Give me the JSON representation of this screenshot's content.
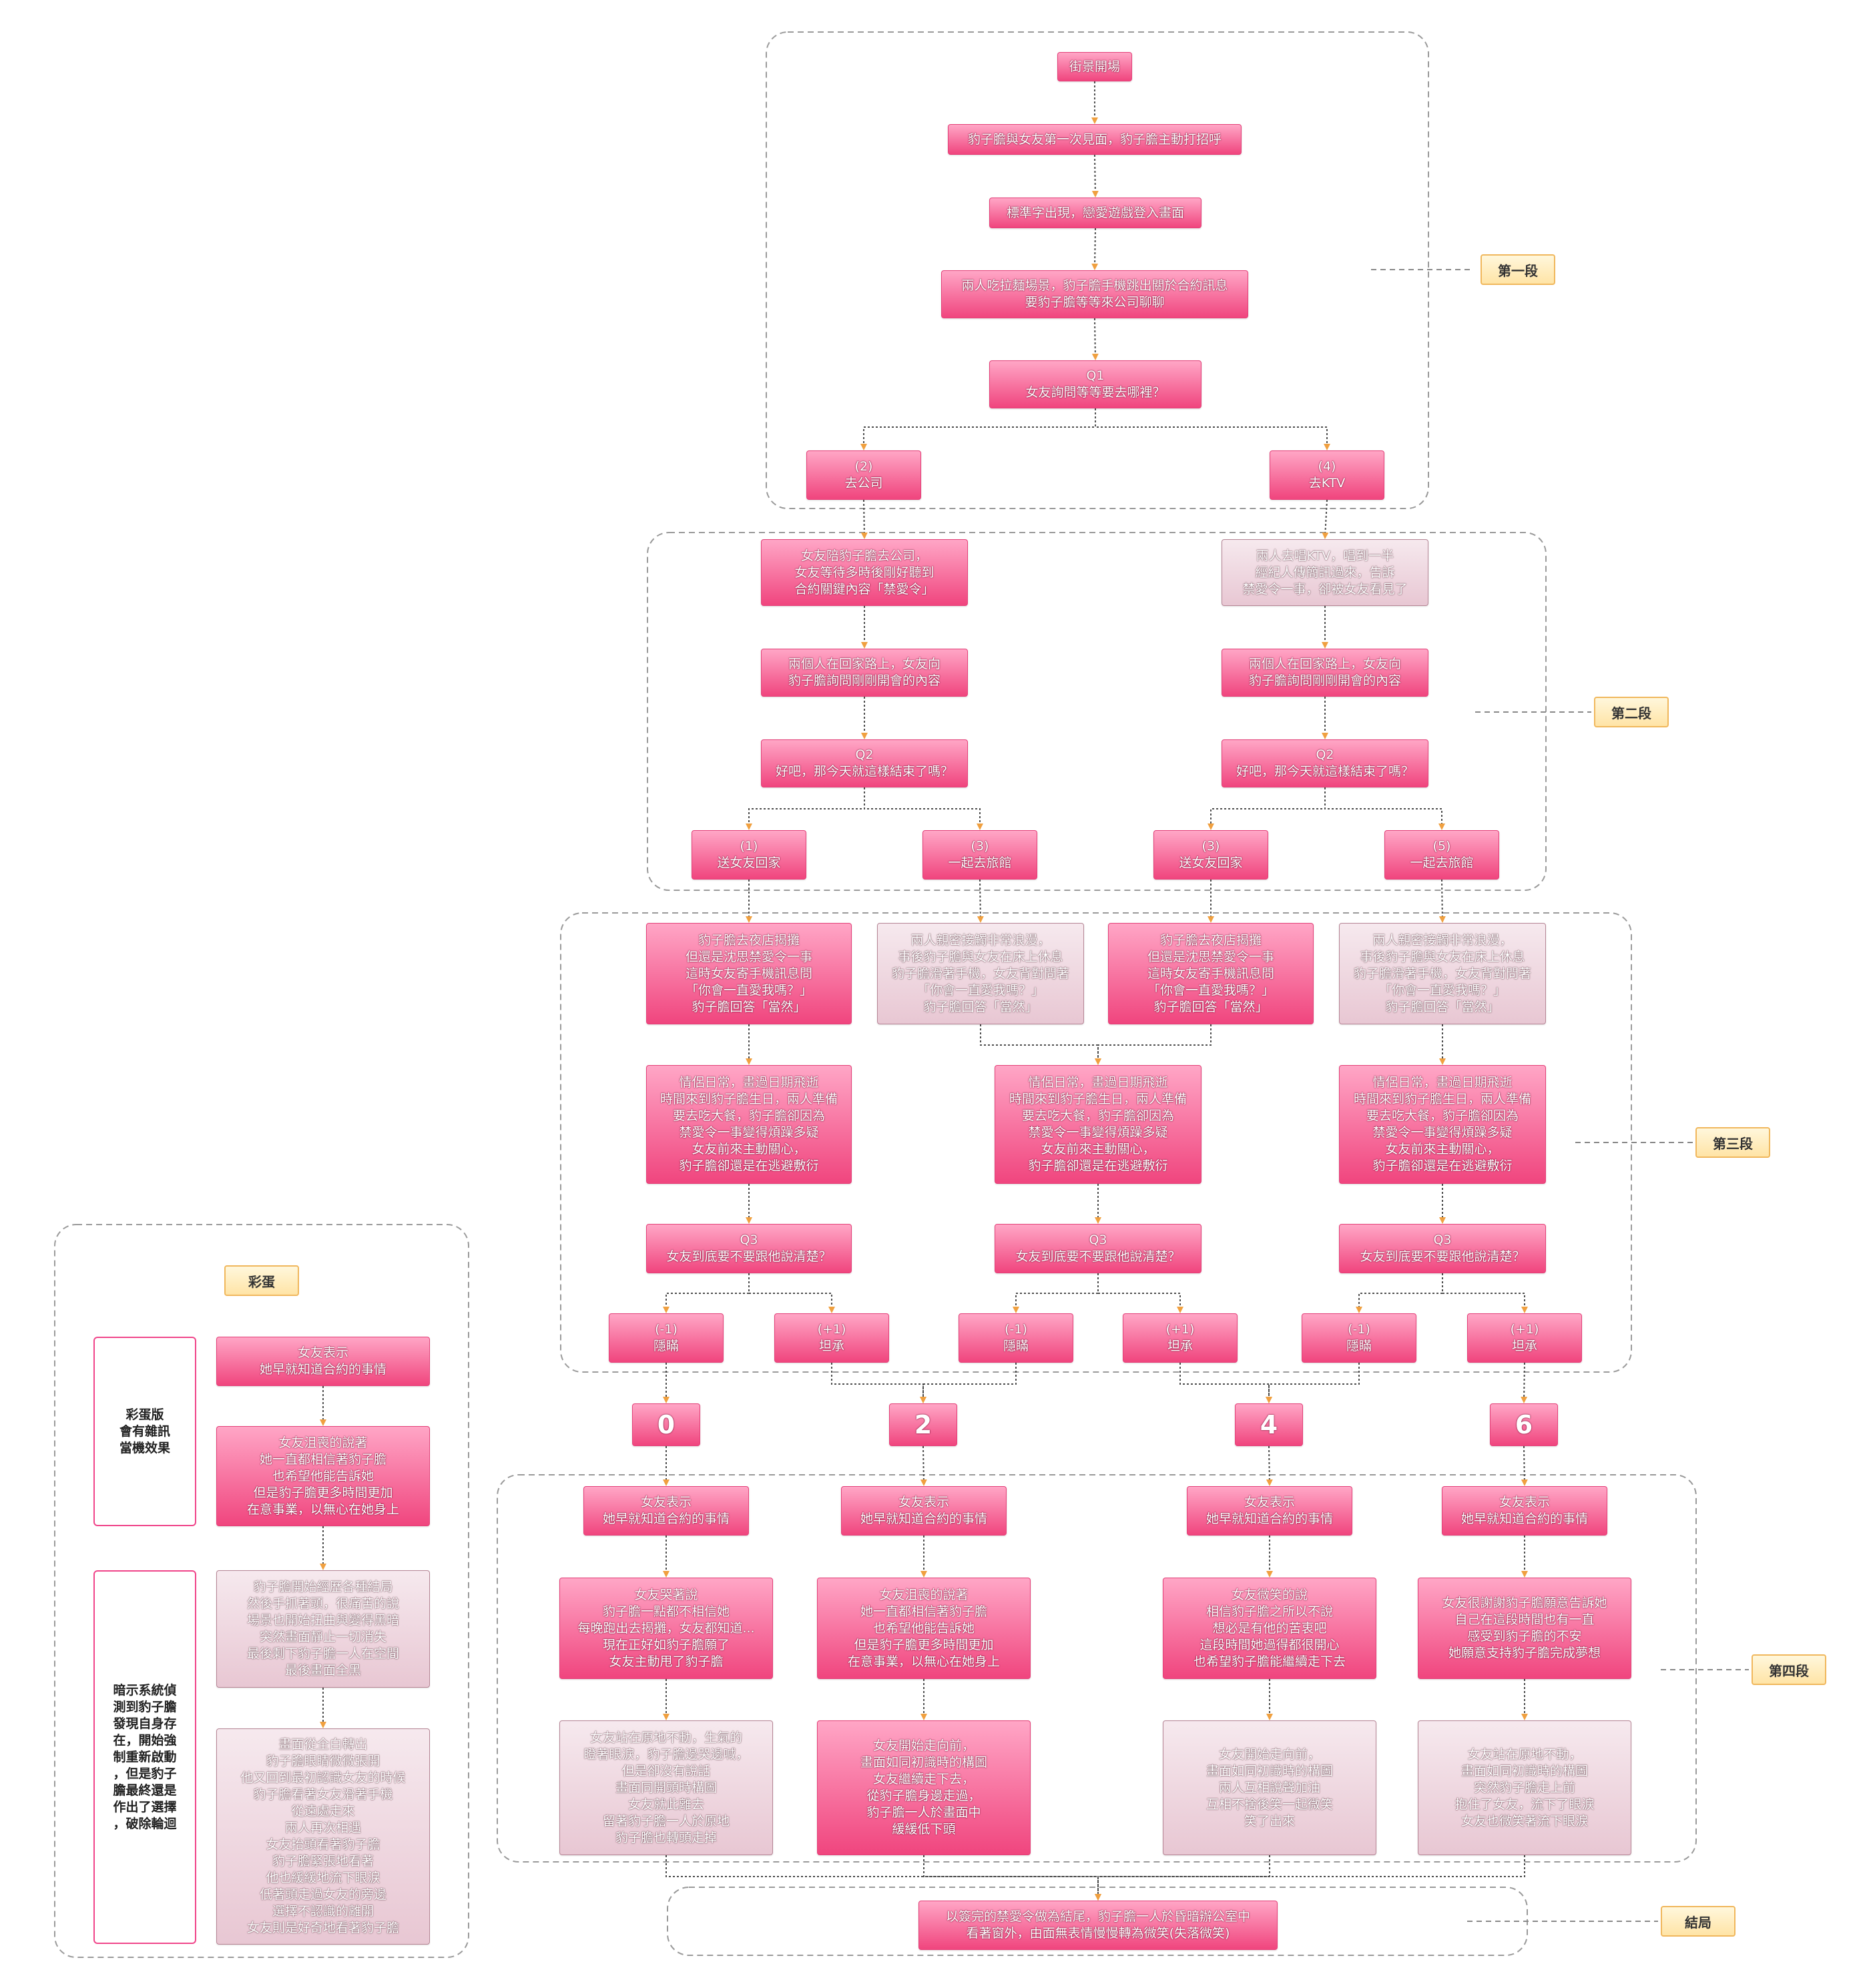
{
  "sections": {
    "s1": "第一段",
    "s2": "第二段",
    "s3": "第三段",
    "s4": "第四段",
    "end": "結局",
    "egg": "彩蛋"
  },
  "nodes": {
    "n1": "街景開場",
    "n2": "豹子膽與女友第一次見面，豹子膽主動打招呼",
    "n3": "標準字出現，戀愛遊戲登入畫面",
    "n4": "兩人吃拉麵場景，豹子膽手機跳出關於合約訊息\n要豹子膽等等來公司聊聊",
    "q1": "Q1\n女友詢問等等要去哪裡？",
    "q1a": "(2)\n去公司",
    "q1b": "(4)\n去KTV",
    "l1": "女友陪豹子膽去公司，\n女友等待多時後剛好聽到\n合約關鍵內容「禁愛令」",
    "r1": "兩人去唱KTV，唱到一半\n經紀人傳簡訊過來，告訴\n禁愛令一事，卻被女友看見了",
    "l2": "兩個人在回家路上，女友向\n豹子膽詢問剛剛開會的內容",
    "r2": "兩個人在回家路上，女友向\n豹子膽詢問剛剛開會的內容",
    "l_q2": "Q2\n好吧，那今天就這樣結束了嗎？",
    "r_q2": "Q2\n好吧，那今天就這樣結束了嗎？",
    "q2a": "(1)\n送女友回家",
    "q2b": "(3)\n一起去旅館",
    "q2c": "(3)\n送女友回家",
    "q2d": "(5)\n一起去旅館",
    "c1": "豹子膽去夜店揭攤\n但還是沈思禁愛令一事\n這時女友寄手機訊息問\n「你會一直愛我嗎？」\n豹子膽回答「當然」",
    "c2": "兩人親密接觸非常浪漫，\n事後豹子膽與女友在床上休息\n豹子膽滑著手機，女友背對問著\n「你會一直愛我嗎？」\n豹子膽回答「當然」",
    "c3": "豹子膽去夜店揭攤\n但還是沈思禁愛令一事\n這時女友寄手機訊息問\n「你會一直愛我嗎？」\n豹子膽回答「當然」",
    "c4": "兩人親密接觸非常浪漫，\n事後豹子膽與女友在床上休息\n豹子膽滑著手機，女友背對問著\n「你會一直愛我嗎？」\n豹子膽回答「當然」",
    "d1": "情侶日常，畫過日期飛逝\n時間來到豹子膽生日，兩人準備\n要去吃大餐，豹子膽卻因為\n禁愛令一事變得煩躁多疑\n女友前來主動關心，\n豹子膽卻還是在逃避敷衍",
    "d2": "情侶日常，畫過日期飛逝\n時間來到豹子膽生日，兩人準備\n要去吃大餐，豹子膽卻因為\n禁愛令一事變得煩躁多疑\n女友前來主動關心，\n豹子膽卻還是在逃避敷衍",
    "d3": "情侶日常，畫過日期飛逝\n時間來到豹子膽生日，兩人準備\n要去吃大餐，豹子膽卻因為\n禁愛令一事變得煩躁多疑\n女友前來主動關心，\n豹子膽卻還是在逃避敷衍",
    "q3_1": "Q3\n女友到底要不要跟他說清楚？",
    "q3_2": "Q3\n女友到底要不要跟他說清楚？",
    "q3_3": "Q3\n女友到底要不要跟他說清楚？",
    "a1": "(-1)\n隱瞞",
    "a2": "(+1)\n坦承",
    "a3": "(-1)\n隱瞞",
    "a4": "(+1)\n坦承",
    "a5": "(-1)\n隱瞞",
    "a6": "(+1)\n坦承",
    "s0": "0",
    "s2n": "2",
    "s4n": "4",
    "s6n": "6",
    "e1": "女友表示\n她早就知道合約的事情",
    "e2": "女友表示\n她早就知道合約的事情",
    "e3": "女友表示\n她早就知道合約的事情",
    "e4": "女友表示\n她早就知道合約的事情",
    "f1": "女友哭著說\n豹子膽一點都不相信她\n每晚跑出去揭攤，女友都知道...\n現在正好如豹子膽願了\n女友主動甩了豹子膽",
    "f2": "女友沮喪的說著\n她一直都相信著豹子膽\n也希望他能告訴她\n但是豹子膽更多時間更加\n在意事業，以無心在她身上",
    "f3": "女友微笑的說\n相信豹子膽之所以不說\n想必是有他的苦衷吧\n這段時間她過得都很開心\n也希望豹子膽能繼續走下去",
    "f4": "女友很謝謝豹子膽願意告訴她\n自己在這段時間也有一直\n感受到豹子膽的不安\n她願意支持豹子膽完成夢想",
    "g1": "女友站在原地不動，生氣的\n瞪著眼淚，豹子膽邊哭邊喊，\n但是卻沒有說話\n畫面同開頭時構圖\n女友就此離去\n留著豹子膽一人於原地\n豹子膽也轉頭走掉",
    "g2": "女友開始走向前，\n畫面如同初識時的構圖\n女友繼續走下去，\n從豹子膽身邊走過，\n豹子膽一人於畫面中\n緩緩低下頭",
    "g3": "女友開始走向前，\n畫面如同初識時的構圖\n兩人互相說聲加油\n互相不捨後笑一起微笑\n笑了出來",
    "g4": "女友站在原地不動，\n畫面如同初識時的構圖\n突然豹子膽走上前\n抱住了女友，流下了眼淚\n女友也微笑著流下眼淚",
    "end": "以簽完的禁愛令做為結尾，豹子膽一人於昏暗辦公室中\n看著窗外，由面無表情慢慢轉為微笑(失落微笑)",
    "x1": "女友表示\n她早就知道合約的事情",
    "x2": "女友沮喪的說著\n她一直都相信著豹子膽\n也希望他能告訴她\n但是豹子膽更多時間更加\n在意事業，以無心在她身上",
    "x3": "豹子膽開始經歷各種結局\n然後手抓著頭，很痛苦的說\n場景也開始扭曲與變得黑暗\n突然畫面靜止一切消失\n最後剩下豹子膽一人在空間\n最後畫面全黑",
    "x4": "畫面從全白轉出\n豹子膽眼睛微微張開\n他又回到最初認識女友的時候\n豹子膽看著女友滑著手機\n從遠處走來\n兩人再次相遇\n女友抬頭看著豹子膽\n豹子膽緊張地看著\n他也緩緩地流下眼淚\n低著頭走過女友的旁邊\n選擇不認識的離開\n女友則是好奇地看著豹子膽",
    "side1": "彩蛋版\n會有雜訊\n當機效果",
    "side2": "暗示系統偵\n測到豹子膽\n發現自身存\n在，開始強\n制重新啟動\n，但是豹子\n膽最終還是\n作出了選擇\n，破除輪迴"
  },
  "colors": {
    "node_pink": "#f0457e",
    "node_grey": "#e8c7d3",
    "tag_fill": "#ffe4a6",
    "tag_border": "#f0b75c",
    "arrow": "#f0a040",
    "connector": "#555555",
    "group_border": "#999999",
    "side_border": "#f0458a"
  }
}
